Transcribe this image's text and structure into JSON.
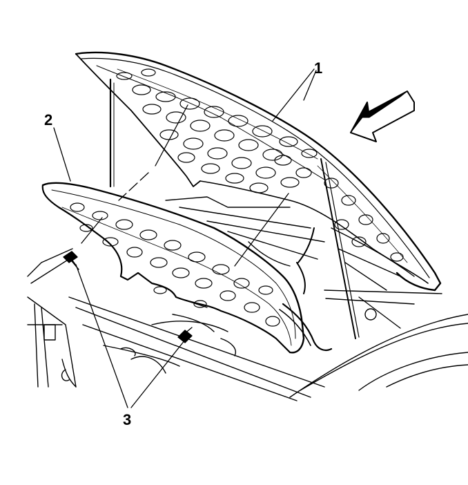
{
  "figure": {
    "callouts": [
      {
        "id": "1",
        "label": "1",
        "part": "hood"
      },
      {
        "id": "2",
        "label": "2",
        "part": "hood-insulator"
      },
      {
        "id": "3",
        "label": "3",
        "part": "insulator-retainers"
      }
    ],
    "colors": {
      "line": "#000000",
      "background": "#ffffff"
    },
    "direction_arrow": "front-of-vehicle-arrow-icon"
  }
}
